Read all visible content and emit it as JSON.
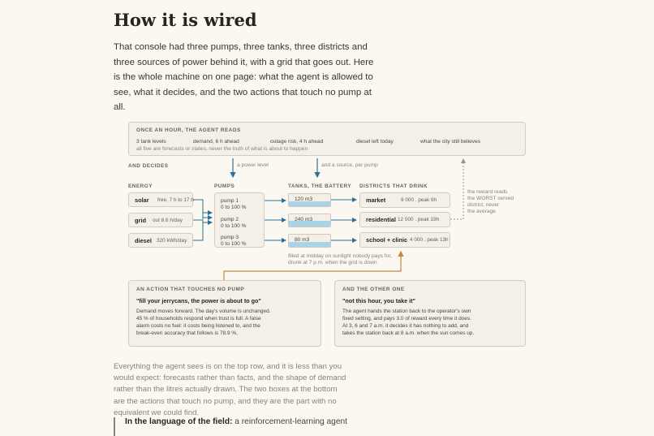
{
  "title": "How it is wired",
  "intro": "That console had three pumps, three tanks, three districts and three sources of power behind it, with a grid that goes out. Here is the whole machine on one page: what the agent is allowed to see, what it decides, and the two actions that touch no pump at all.",
  "reads": {
    "caption": "ONCE AN HOUR, THE AGENT READS",
    "items": [
      "3 tank levels",
      "demand, 6 h ahead",
      "outage risk, 4 h ahead",
      "diesel left today",
      "what the city still believes"
    ],
    "note": "all five are forecasts or states, never the truth of what is about to happen"
  },
  "decides": {
    "caption": "AND DECIDES",
    "power_level": "a power level",
    "source": "and a source, per pump"
  },
  "energy": {
    "caption": "ENERGY",
    "items": [
      {
        "name": "solar",
        "value": "free, 7 h to 17 h"
      },
      {
        "name": "grid",
        "value": "out 8.6 h/day"
      },
      {
        "name": "diesel",
        "value": "320 kWh/day"
      }
    ]
  },
  "pumps": {
    "caption": "PUMPS",
    "items": [
      {
        "name": "pump 1",
        "range": "0 to 100 %"
      },
      {
        "name": "pump 2",
        "range": "0 to 100 %"
      },
      {
        "name": "pump 3",
        "range": "0 to 100 %"
      }
    ]
  },
  "tanks": {
    "caption": "TANKS, THE BATTERY",
    "items": [
      {
        "label": "120 m3",
        "fill": 0.4
      },
      {
        "label": "240 m3",
        "fill": 0.45
      },
      {
        "label": "80 m3",
        "fill": 0.4
      }
    ],
    "note_line1": "filled at midday on sunlight nobody pays for,",
    "note_line2": "drunk at 7 p.m. when the grid is down"
  },
  "districts": {
    "caption": "DISTRICTS THAT DRINK",
    "items": [
      {
        "name": "market",
        "value": "6 000 . peak 6h"
      },
      {
        "name": "residential",
        "value": "12 000 . peak 19h"
      },
      {
        "name": "school + clinic",
        "value": "4 000 . peak 13h"
      }
    ]
  },
  "reward_note": [
    "the reward reads",
    "the WORST served",
    "district, never",
    "the average"
  ],
  "action_a": {
    "caption": "AN ACTION THAT TOUCHES NO PUMP",
    "quote": "\"fill your jerrycans, the power is about to go\"",
    "lines": [
      "Demand moves forward. The day's volume is unchanged.",
      "45 % of households respond when trust is full. A false",
      "alarm costs no fuel: it costs being listened to, and the",
      "break-even accuracy that follows is 78.9 %."
    ]
  },
  "action_b": {
    "caption": "AND THE OTHER ONE",
    "quote": "\"not this hour, you take it\"",
    "lines": [
      "The agent hands the station back to the operator's own",
      "fixed setting, and pays 3.0 of reward every time it does.",
      "At 3, 6 and 7 a.m. it decides it has nothing to add, and",
      "takes the station back at 8 a.m. when the sun comes up."
    ]
  },
  "outro": "Everything the agent sees is on the top row, and it is less than you would expect: forecasts rather than facts, and the shape of demand rather than the litres actually drawn. The two boxes at the bottom are the actions that touch no pump, and they are the part with no equivalent we could find.",
  "blockquote": {
    "lead": "In the language of the field:",
    "text": " a reinforcement-learning agent"
  },
  "colors": {
    "arrow_blue": "#2d6f95",
    "arrow_orange": "#c08a3c",
    "tank_fill": "#a9d3e6"
  }
}
